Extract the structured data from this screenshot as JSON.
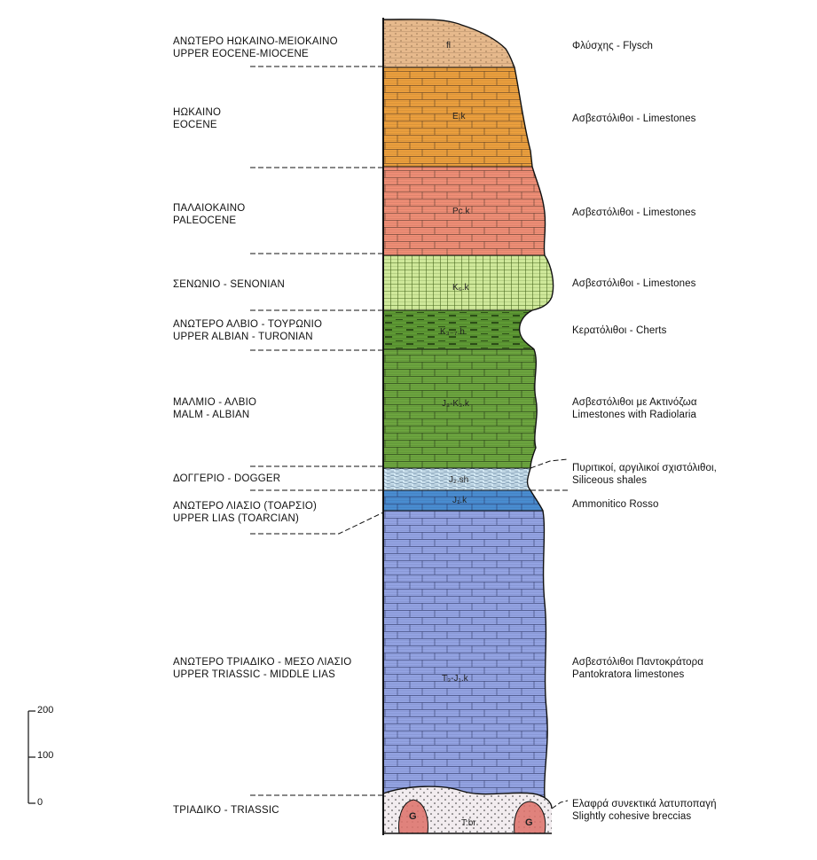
{
  "ages": [
    {
      "greek": "ΑΝΩΤΕΡΟ ΗΩΚΑΙΝΟ-ΜΕΙΟΚΑΙΝΟ",
      "english": "UPPER EOCENE-MIOCENE"
    },
    {
      "greek": "ΗΩΚΑΙΝΟ",
      "english": "EOCENE"
    },
    {
      "greek": "ΠΑΛΑΙΟΚΑΙΝΟ",
      "english": "PALEOCENE"
    },
    {
      "greek": "ΣΕΝΩΝΙΟ - SENONIAN",
      "english": ""
    },
    {
      "greek": "ΑΝΩΤΕΡΟ ΑΛΒΙΟ - ΤΟΥΡΩΝΙΟ",
      "english": "UPPER ALBIAN - TURONIAN"
    },
    {
      "greek": "ΜΑΛΜΙΟ - ΑΛΒΙΟ",
      "english": "MALM - ALBIAN"
    },
    {
      "greek": "ΔΟΓΓΕΡΙΟ - DOGGER",
      "english": ""
    },
    {
      "greek": "ΑΝΩΤΕΡΟ ΛΙΑΣΙΟ (ΤΟΑΡΣΙΟ)",
      "english": "UPPER LIAS (TOARCIAN)"
    },
    {
      "greek": "ΑΝΩΤΕΡΟ ΤΡΙΑΔΙΚΟ - ΜΕΣΟ ΛΙΑΣΙΟ",
      "english": "UPPER TRIASSIC - MIDDLE LIAS"
    },
    {
      "greek": "ΤΡΙΑΔΙΚΟ - TRIASSIC",
      "english": ""
    }
  ],
  "lithologies": [
    {
      "line1": "Φλύσχης - Flysch",
      "line2": ""
    },
    {
      "line1": "Ασβεστόλιθοι - Limestones",
      "line2": ""
    },
    {
      "line1": "Ασβεστόλιθοι - Limestones",
      "line2": ""
    },
    {
      "line1": "Ασβεστόλιθοι - Limestones",
      "line2": ""
    },
    {
      "line1": "Κερατόλιθοι - Cherts",
      "line2": ""
    },
    {
      "line1": "Ασβεστόλιθοι με Ακτινόζωα",
      "line2": "Limestones with Radiolaria"
    },
    {
      "line1": "Πυριτικοί, αργιλικοί σχιστόλιθοι,",
      "line2": "Siliceous shales"
    },
    {
      "line1": "Ammonitico Rosso",
      "line2": ""
    },
    {
      "line1": "Ασβεστόλιθοι Παντοκράτορα",
      "line2": "Pantokratora limestones"
    },
    {
      "line1": "Ελαφρά συνεκτικά λατυποπαγή",
      "line2": "Slightly cohesive breccias"
    }
  ],
  "unit_codes": [
    "fl",
    "E.k",
    "Pc.k",
    "K₆.k",
    "K₃₋₇.h",
    "J₃-K₃.k",
    "J₂.sh",
    "J₁.k",
    "T₃-J₁.k",
    "T.br",
    "G",
    "G"
  ],
  "scale": {
    "ticks": [
      "200",
      "100",
      "0"
    ]
  },
  "colors": {
    "flysch": "#e6b98c",
    "eocene": "#f0a23e",
    "paleocene": "#f49078",
    "senonian": "#cfe89a",
    "cherts": "#5e9a34",
    "malm": "#6fa940",
    "dogger": "#d5eaf5",
    "ammonitico": "#4a8fd4",
    "pantokrator": "#96a6e6",
    "breccia": "#f2ecef",
    "gypsum": "#e0827c"
  }
}
